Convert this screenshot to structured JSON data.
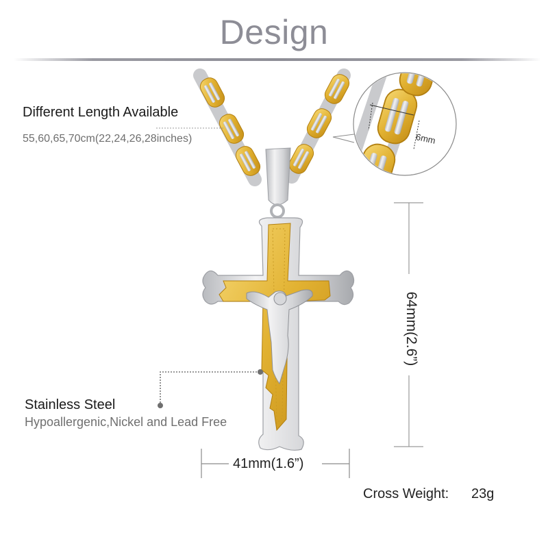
{
  "header": {
    "title": "Design"
  },
  "features": {
    "length": {
      "title": "Different Length Available",
      "detail": "55,60,65,70cm(22,24,26,28inches)"
    },
    "material": {
      "title": "Stainless Steel",
      "detail": "Hypoallergenic,Nickel and Lead Free"
    }
  },
  "dimensions": {
    "height": "64mm(2.6”)",
    "width": "41mm(1.6”)",
    "chain_link_width": "6mm"
  },
  "weight": {
    "label": "Cross Weight:",
    "value": "23g"
  },
  "colors": {
    "gold": "#e6b93a",
    "gold_dark": "#c8951c",
    "silver": "#d9dadd",
    "silver_dark": "#a9abb0",
    "title_gray": "#8d8d96",
    "text_dark": "#1a1a1a",
    "text_gray": "#6f6f6f",
    "leader_gray": "#777777"
  }
}
